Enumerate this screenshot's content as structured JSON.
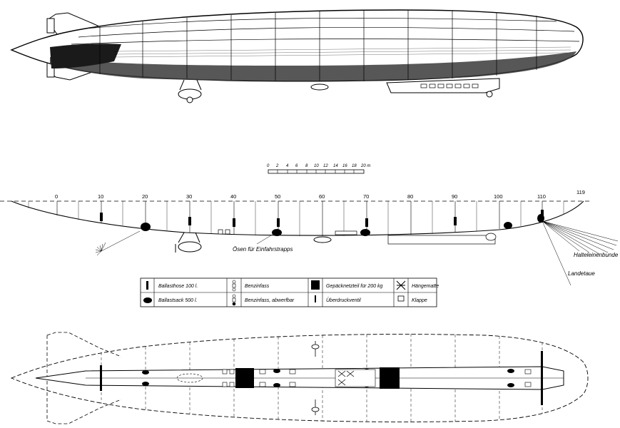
{
  "scale_bar": {
    "labels": [
      "0",
      "2",
      "4",
      "6",
      "8",
      "10",
      "12",
      "14",
      "16",
      "18",
      "20 m"
    ]
  },
  "frames": [
    "0",
    "10",
    "20",
    "30",
    "40",
    "50",
    "60",
    "70",
    "80",
    "90",
    "100",
    "110",
    "119"
  ],
  "annotations": {
    "eyelets": "Ösen für Einfahrstrapps",
    "handling_lines": "Halteleinenbunde",
    "landing_ropes": "Landetaue"
  },
  "legend": {
    "ballast_hose": "Ballasthose 100 l.",
    "ballast_bag": "Ballastsack 500 l.",
    "fuel_tank": "Benzinfass",
    "fuel_tank_jettison": "Benzinfass, abwerfbar",
    "luggage_net": "Gepäcknetzteil für 200 kg",
    "relief_valve": "Überdruckventil",
    "hammock": "Hängematte",
    "hatch": "Klappe"
  }
}
